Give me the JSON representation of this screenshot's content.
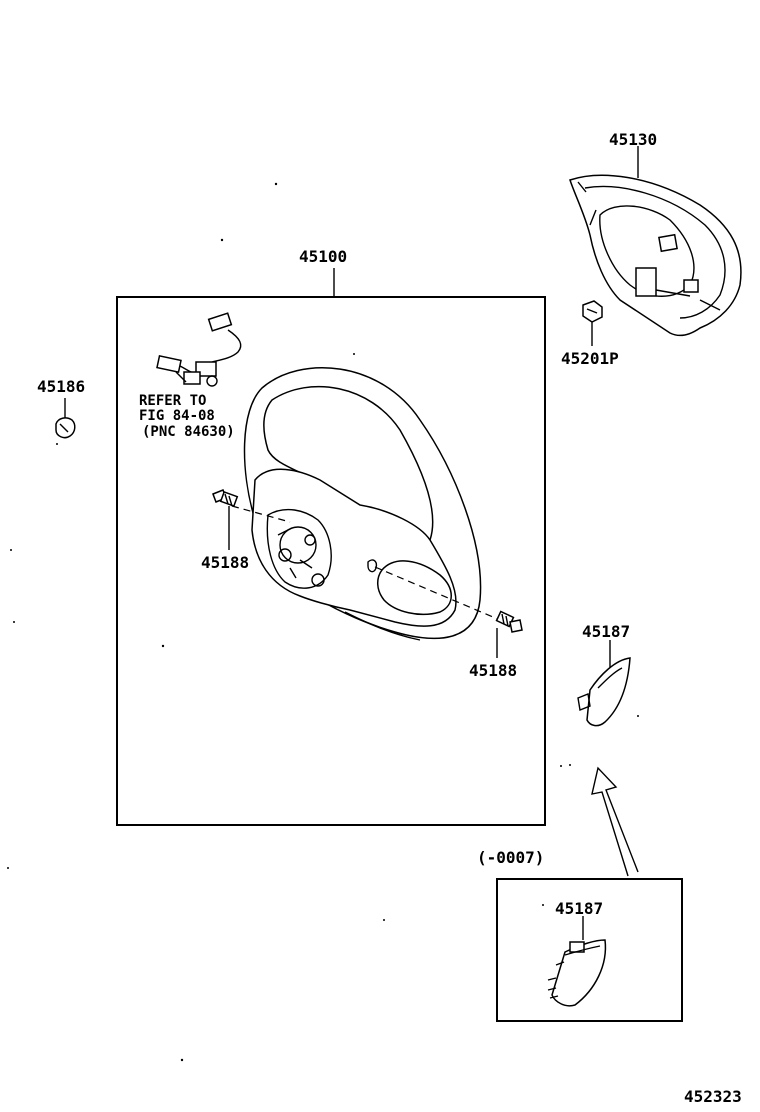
{
  "labels": {
    "p45130": "45130",
    "p45100": "45100",
    "p45186": "45186",
    "p45201p": "45201P",
    "p45188a": "45188",
    "p45188b": "45188",
    "p45187a": "45187",
    "p45187b": "45187",
    "variant": "(-0007)",
    "figure_id": "452323"
  },
  "reference_note": {
    "line1": "REFER TO",
    "line2": "FIG 84-08",
    "line3": "(PNC 84630)"
  }
}
